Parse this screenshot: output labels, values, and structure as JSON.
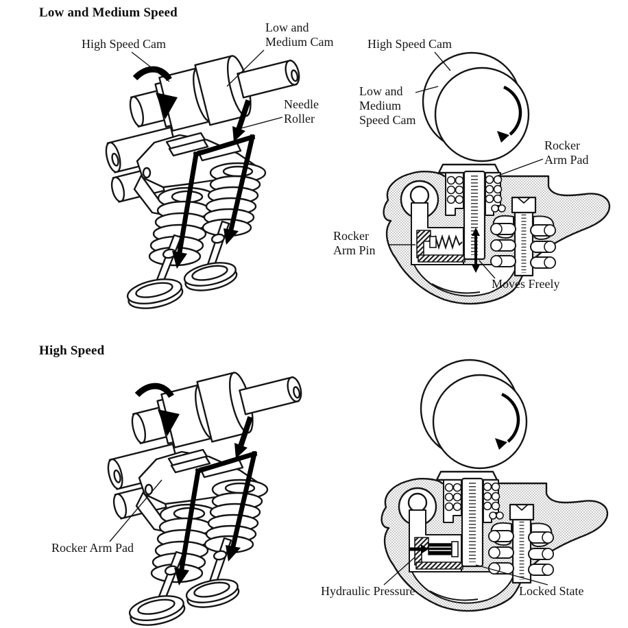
{
  "figure": {
    "type": "engine-valve-train-diagram",
    "ink_color": "#151515",
    "paper_color": "#ffffff",
    "halftone_color": "#9a9a9a"
  },
  "sections": {
    "low_medium": {
      "heading": "Low and Medium Speed",
      "perspective": {
        "high_speed_cam": "High Speed Cam",
        "low_medium_cam_line1": "Low and",
        "low_medium_cam_line2": "Medium Cam",
        "needle_roller_line1": "Needle",
        "needle_roller_line2": "Roller"
      },
      "cross_section": {
        "high_speed_cam": "High Speed Cam",
        "low_medium_speed_cam_line1": "Low and",
        "low_medium_speed_cam_line2": "Medium",
        "low_medium_speed_cam_line3": "Speed Cam",
        "rocker_arm_pad_line1": "Rocker",
        "rocker_arm_pad_line2": "Arm Pad",
        "rocker_arm_pin_line1": "Rocker",
        "rocker_arm_pin_line2": "Arm Pin",
        "moves_freely": "Moves Freely"
      }
    },
    "high_speed": {
      "heading": "High Speed",
      "perspective": {
        "rocker_arm_pad": "Rocker Arm Pad"
      },
      "cross_section": {
        "hydraulic_pressure": "Hydraulic Pressure",
        "locked_state": "Locked State"
      }
    }
  }
}
